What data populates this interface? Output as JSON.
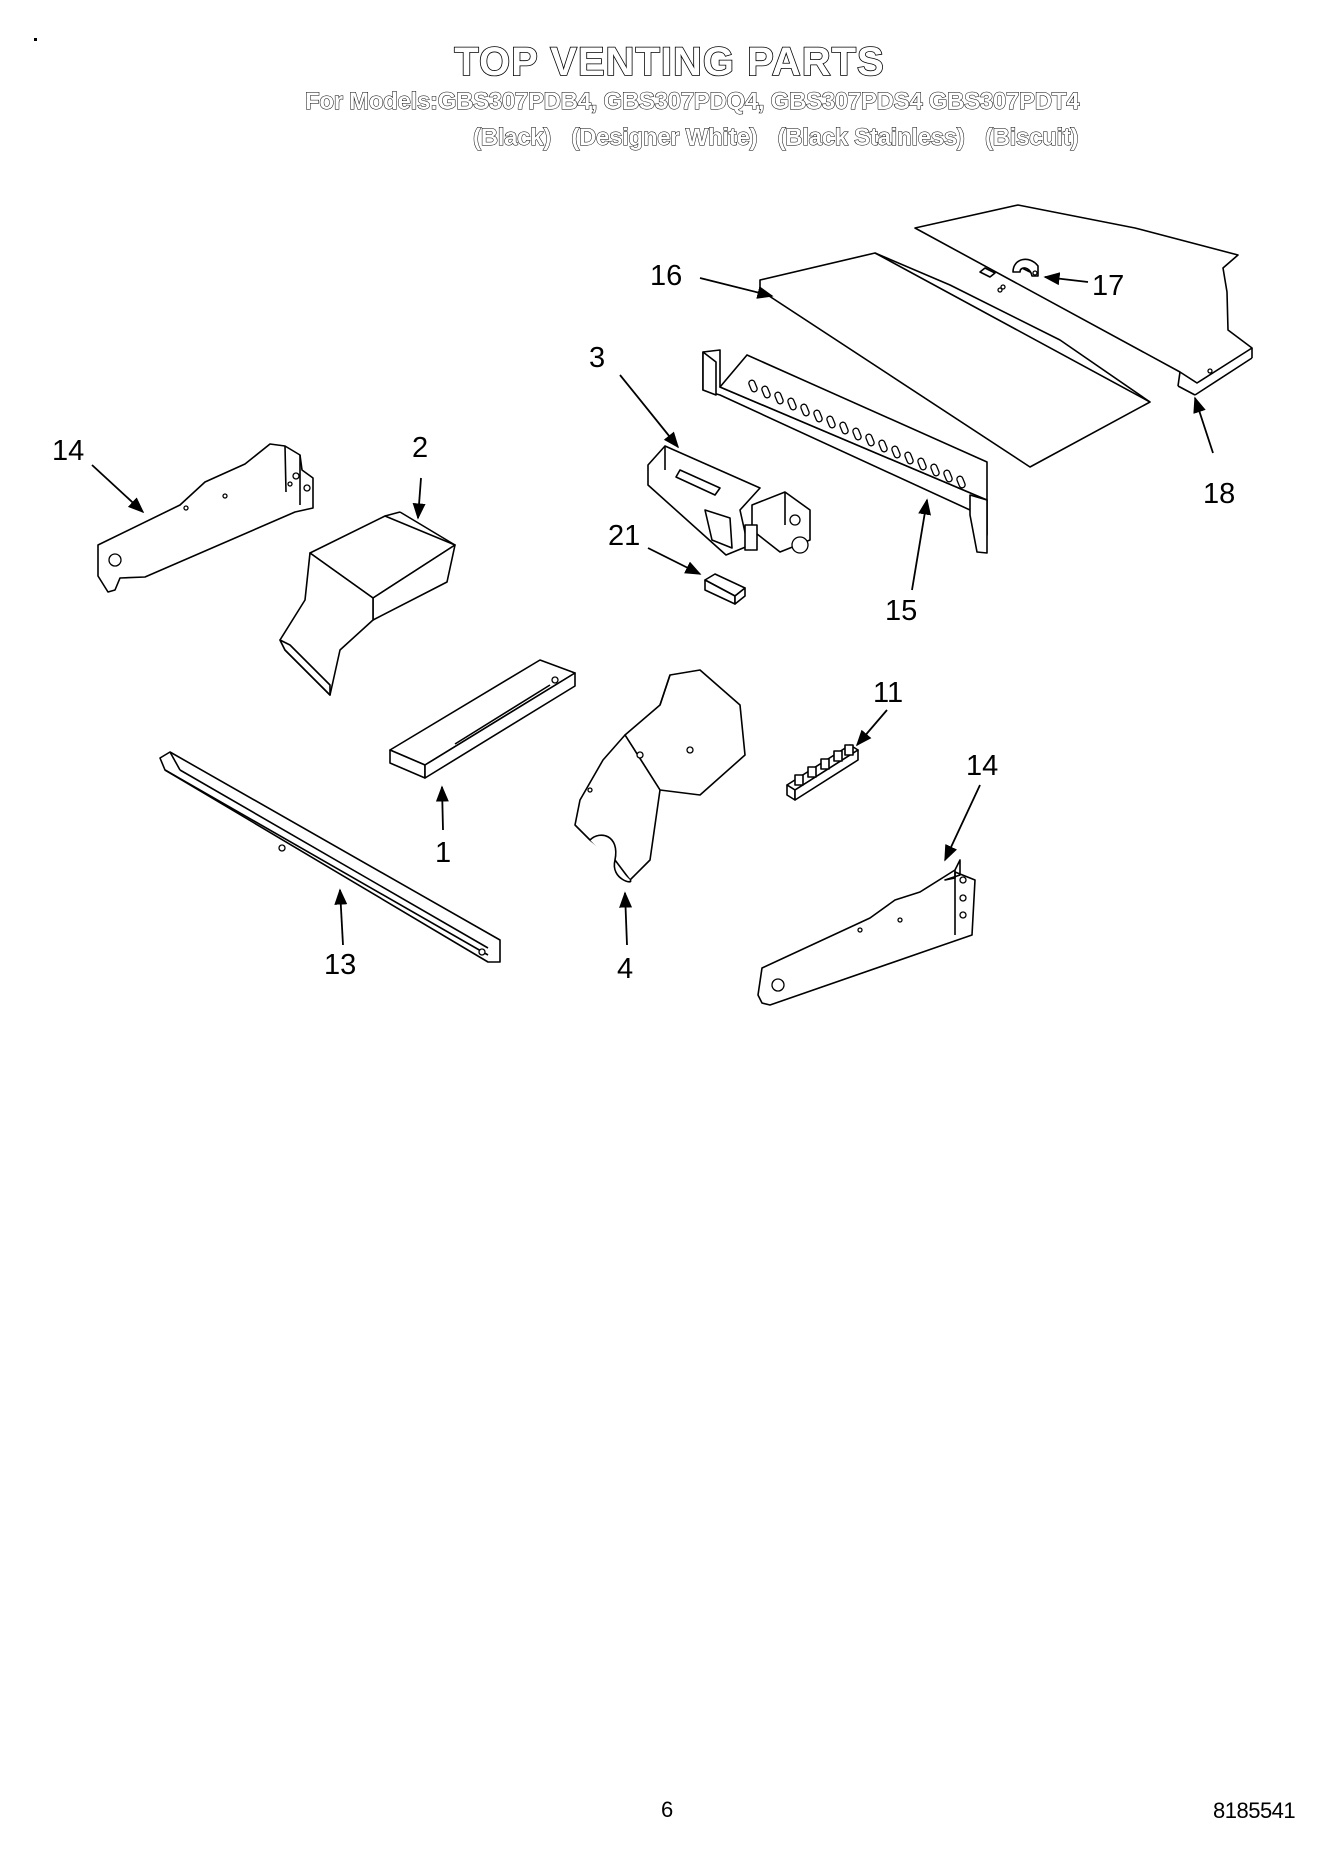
{
  "header": {
    "title": "TOP VENTING PARTS",
    "models": "For Models:GBS307PDB4, GBS307PDQ4, GBS307PDS4 GBS307PDT4",
    "colors": [
      "(Black)",
      "(Designer White)",
      "(Black Stainless)",
      "(Biscuit)"
    ]
  },
  "callouts": {
    "c16": "16",
    "c17": "17",
    "c18": "18",
    "c3": "3",
    "c15": "15",
    "c14a": "14",
    "c2": "2",
    "c21": "21",
    "c11": "11",
    "c14b": "14",
    "c1": "1",
    "c13": "13",
    "c4": "4"
  },
  "footer": {
    "page_number": "6",
    "doc_number": "8185541"
  }
}
